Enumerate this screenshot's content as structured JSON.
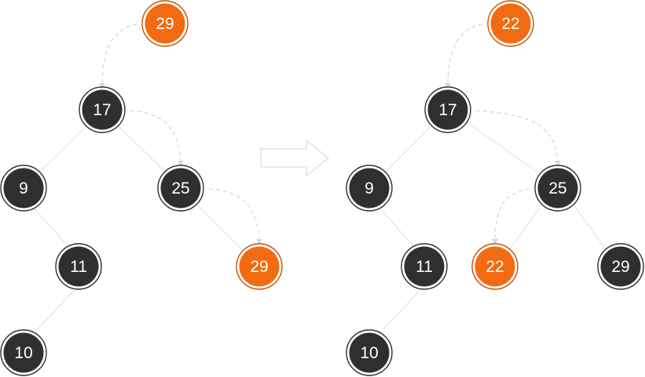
{
  "colors": {
    "dark_node": "#2f2f2f",
    "highlight_node": "#f26b12",
    "highlight_ring": "#c94f00",
    "edge": "#e6e6e6",
    "search_path": "#d8d8d8",
    "arrow_outline": "#e0e0e0"
  },
  "before": {
    "nodes": [
      {
        "id": "b29top",
        "label": "29",
        "highlight": true
      },
      {
        "id": "b17",
        "label": "17",
        "highlight": false
      },
      {
        "id": "b9",
        "label": "9",
        "highlight": false
      },
      {
        "id": "b25",
        "label": "25",
        "highlight": false
      },
      {
        "id": "b11",
        "label": "11",
        "highlight": false
      },
      {
        "id": "b29",
        "label": "29",
        "highlight": true
      },
      {
        "id": "b10",
        "label": "10",
        "highlight": false
      }
    ]
  },
  "after": {
    "nodes": [
      {
        "id": "a22top",
        "label": "22",
        "highlight": true
      },
      {
        "id": "a17",
        "label": "17",
        "highlight": false
      },
      {
        "id": "a9",
        "label": "9",
        "highlight": false
      },
      {
        "id": "a25",
        "label": "25",
        "highlight": false
      },
      {
        "id": "a11",
        "label": "11",
        "highlight": false
      },
      {
        "id": "a22",
        "label": "22",
        "highlight": true
      },
      {
        "id": "a29",
        "label": "29",
        "highlight": false
      },
      {
        "id": "a10",
        "label": "10",
        "highlight": false
      }
    ]
  }
}
